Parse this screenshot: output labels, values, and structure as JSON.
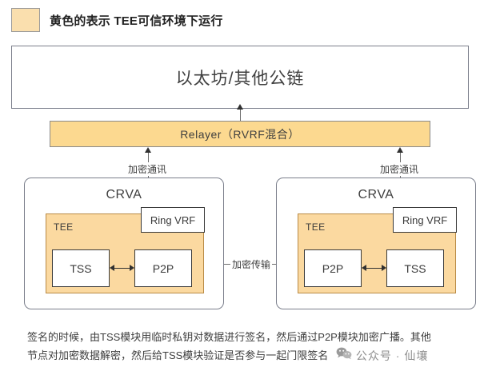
{
  "legend": {
    "swatch_color": "#fadfae",
    "text": "黄色的表示 TEE可信环境下运行"
  },
  "chain": {
    "label": "以太坊/其他公链"
  },
  "relayer": {
    "label": "Relayer（RVRF混合）",
    "fill_color": "#fcd990"
  },
  "edges": {
    "encrypted_comm_left": "加密通讯",
    "encrypted_comm_right": "加密通讯",
    "encrypted_transfer": "加密传输"
  },
  "nodes": [
    {
      "title": "CRVA",
      "tee_label": "TEE",
      "tee_fill": "#fbd9a0",
      "ring_vrf": "Ring VRF",
      "module_a": "TSS",
      "module_b": "P2P"
    },
    {
      "title": "CRVA",
      "tee_label": "TEE",
      "tee_fill": "#fbd9a0",
      "ring_vrf": "Ring VRF",
      "module_a": "P2P",
      "module_b": "TSS"
    }
  ],
  "caption": {
    "line1": "签名的时候，由TSS模块用临时私钥对数据进行签名，然后通过P2P模块加密广播。其他",
    "line2": "节点对加密数据解密，然后给TSS模块验证是否参与一起门限签名",
    "watermark": "公众号 · 仙壤"
  }
}
